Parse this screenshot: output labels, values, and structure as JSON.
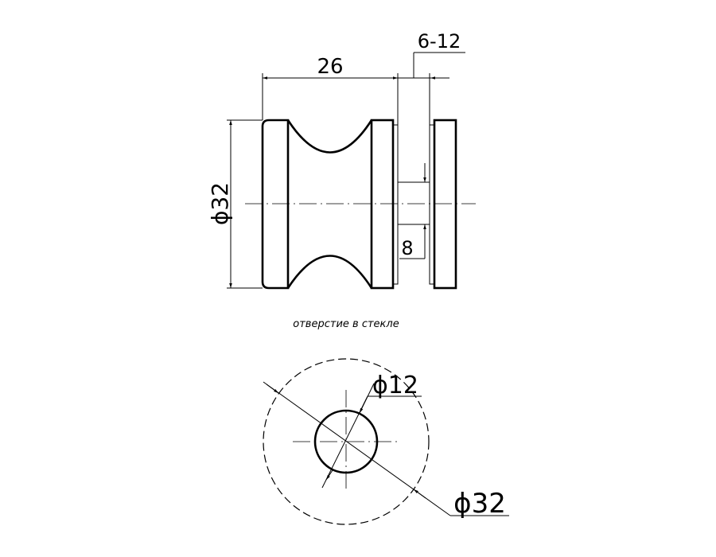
{
  "drawing": {
    "side_view": {
      "dim_length": "26",
      "dim_glass_thickness": "6-12",
      "dim_diameter": "ϕ32",
      "dim_shaft": "8"
    },
    "hole_view": {
      "caption": "отверстие в стекле",
      "dim_hole": "ϕ12",
      "dim_outer": "ϕ32"
    },
    "colors": {
      "line": "#000000",
      "background": "#ffffff"
    }
  }
}
